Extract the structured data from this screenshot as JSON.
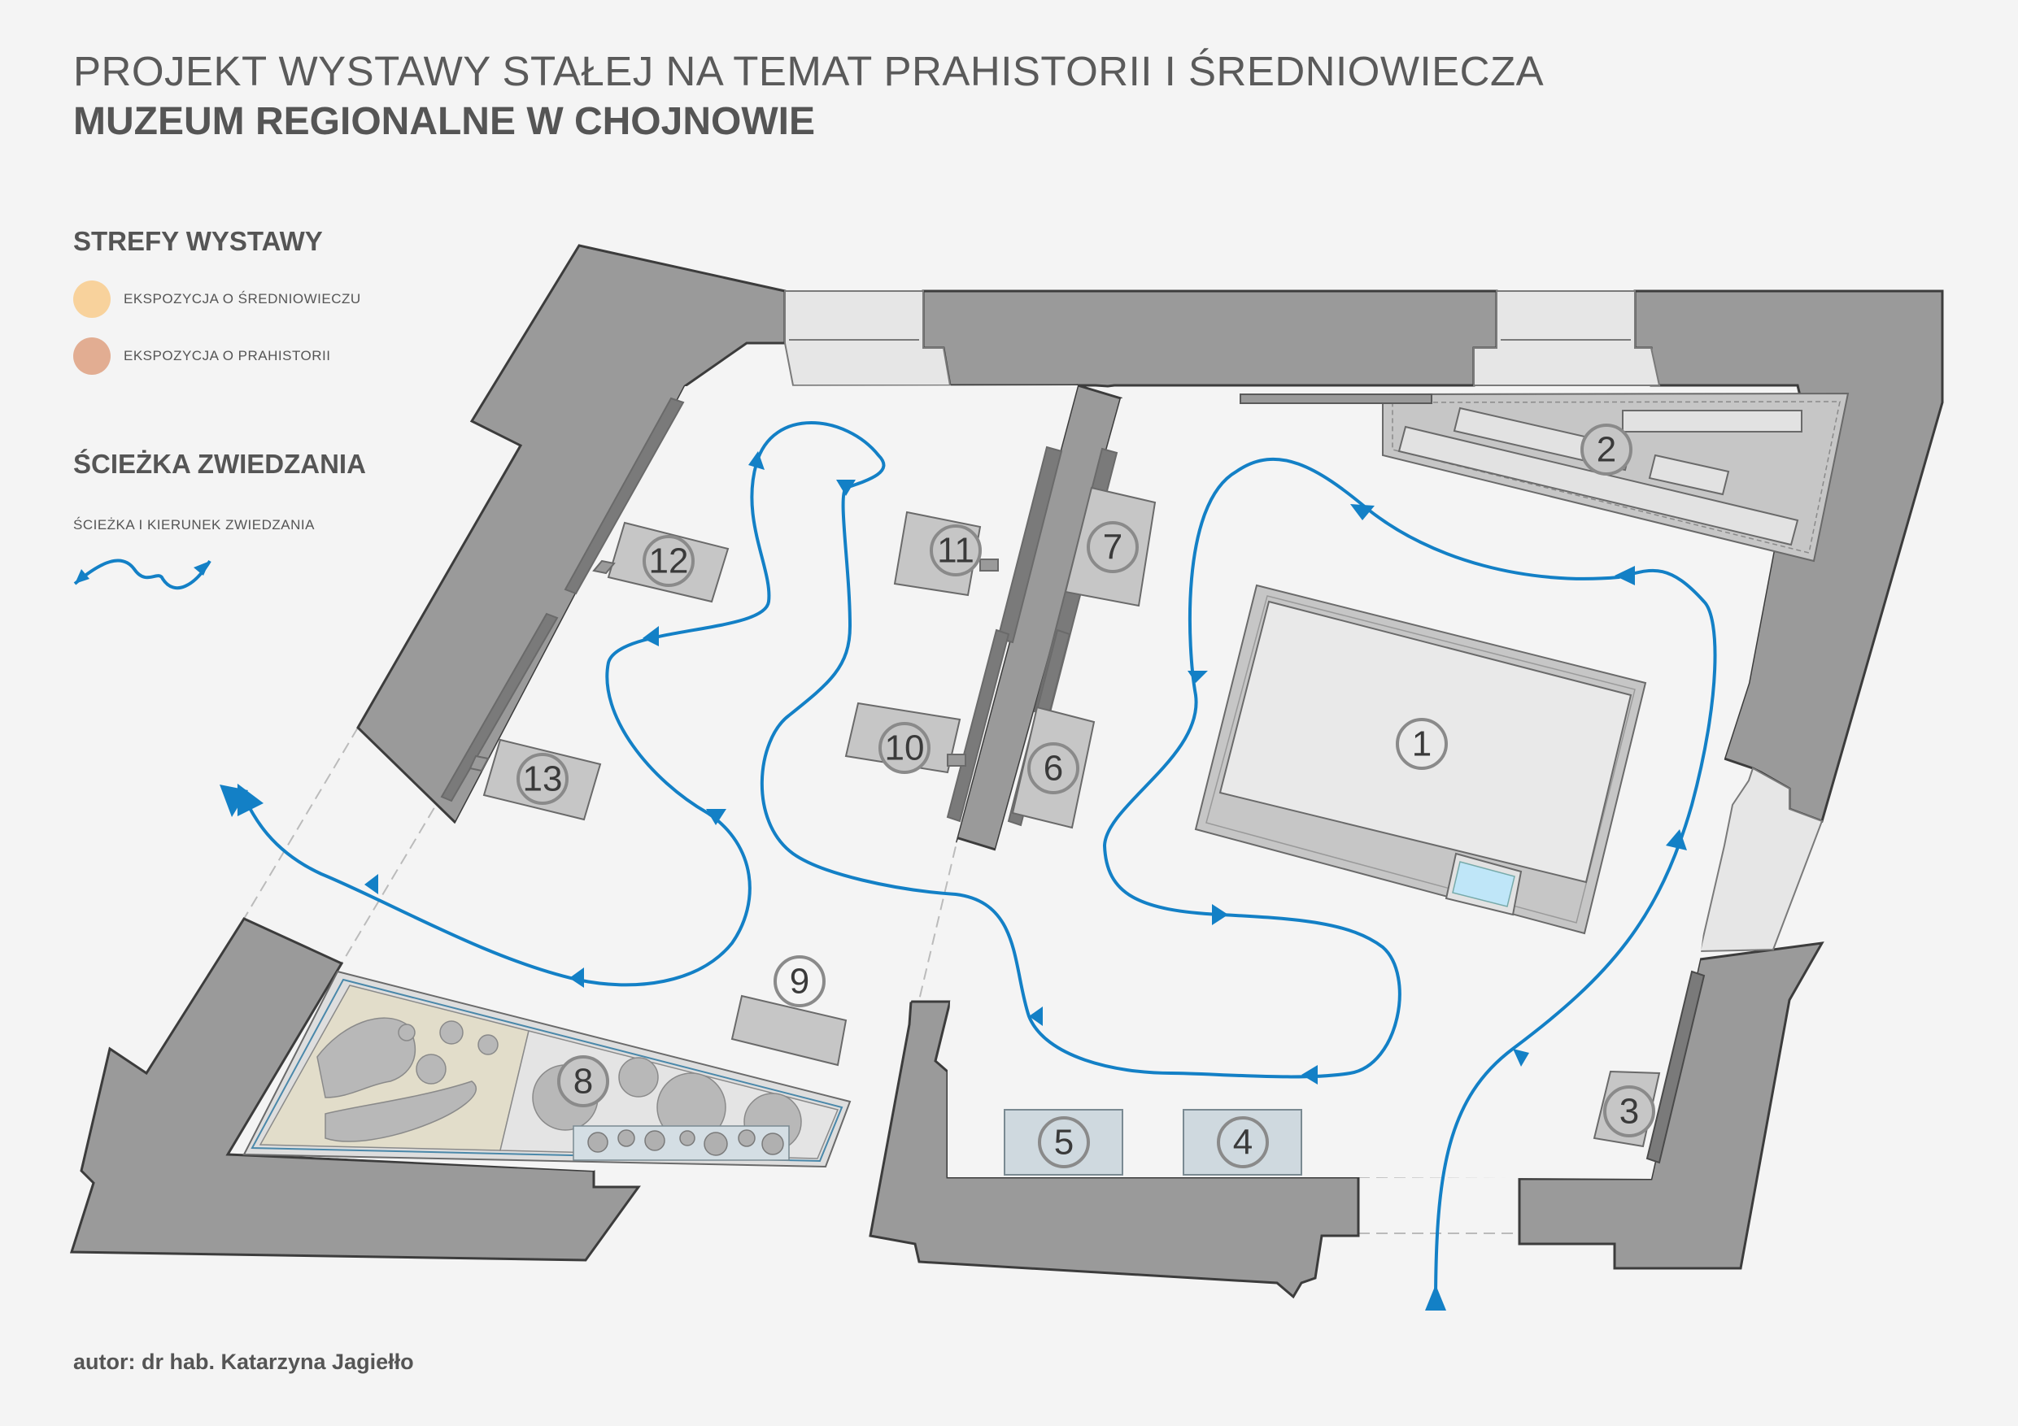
{
  "header": {
    "title": "PROJEKT WYSTAWY STAŁEJ NA TEMAT PRAHISTORII I ŚREDNIOWIECZA",
    "subtitle": "MUZEUM REGIONALNE W CHOJNOWIE"
  },
  "legend": {
    "zones_heading": "STREFY WYSTAWY",
    "zones": [
      {
        "label": "EKSPOZYCJA O ŚREDNIOWIECZU",
        "color": "#f8d29c"
      },
      {
        "label": "EKSPOZYCJA O PRAHISTORII",
        "color": "#e2ad92"
      }
    ],
    "path_heading": "ŚCIEŻKA ZWIEDZANIA",
    "path_label": "ŚCIEŻKA I KIERUNEK ZWIEDZANIA",
    "path_color": "#1380c6"
  },
  "stations": [
    "1",
    "2",
    "3",
    "4",
    "5",
    "6",
    "7",
    "8",
    "9",
    "10",
    "11",
    "12",
    "13"
  ],
  "colors": {
    "wall": "#9a9a9a",
    "wall_stroke": "#3c3c3c",
    "floor": "#f4f4f4",
    "showcase": "#c4c4c4",
    "glass": "#cfd9df"
  },
  "footer": {
    "author": "autor: dr hab. Katarzyna Jagiełło"
  }
}
